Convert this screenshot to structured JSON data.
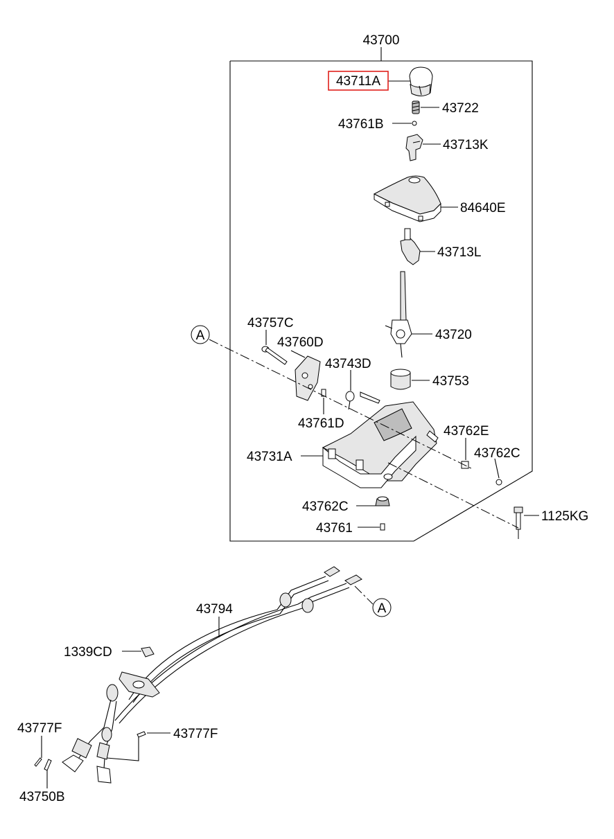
{
  "diagram": {
    "assembly_label": "43700",
    "highlighted_part": "43711A",
    "highlight_color": "#e0201b",
    "reference_marker": "A",
    "labels": {
      "p43711A": "43711A",
      "p43722": "43722",
      "p43761B": "43761B",
      "p43713K": "43713K",
      "p84640E": "84640E",
      "p43713L": "43713L",
      "p43757C": "43757C",
      "p43760D": "43760D",
      "p43720": "43720",
      "p43743D": "43743D",
      "p43753": "43753",
      "p43761D": "43761D",
      "p43762E": "43762E",
      "p43731A": "43731A",
      "p43762C_right": "43762C",
      "p43762C_bottom": "43762C",
      "p43761": "43761",
      "p1125KG": "1125KG",
      "p43794": "43794",
      "p1339CD": "1339CD",
      "p43777F_left": "43777F",
      "p43777F_right": "43777F",
      "p43750B": "43750B"
    }
  }
}
